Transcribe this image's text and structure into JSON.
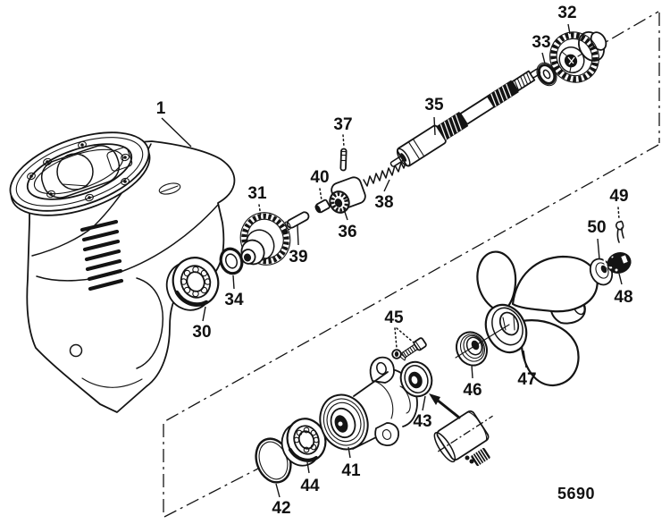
{
  "figure": {
    "drawing_number": "5690",
    "callouts": {
      "p1": "1",
      "p30": "30",
      "p31": "31",
      "p32": "32",
      "p33": "33",
      "p34": "34",
      "p35": "35",
      "p36": "36",
      "p37": "37",
      "p38": "38",
      "p39": "39",
      "p40": "40",
      "p41": "41",
      "p42": "42",
      "p43": "43",
      "p44": "44",
      "p45": "45",
      "p46": "46",
      "p47": "47",
      "p48": "48",
      "p49": "49",
      "p50": "50"
    }
  },
  "colors": {
    "ink": "#141414",
    "paper": "#ffffff"
  }
}
